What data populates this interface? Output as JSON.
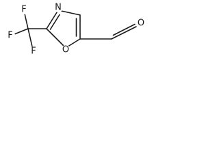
{
  "molecule": {
    "atoms": {
      "f_top": "F",
      "f_left": "F",
      "f_bottom": "F",
      "n_ring": "N",
      "o_ring": "O",
      "o_aldehyde": "O"
    }
  }
}
